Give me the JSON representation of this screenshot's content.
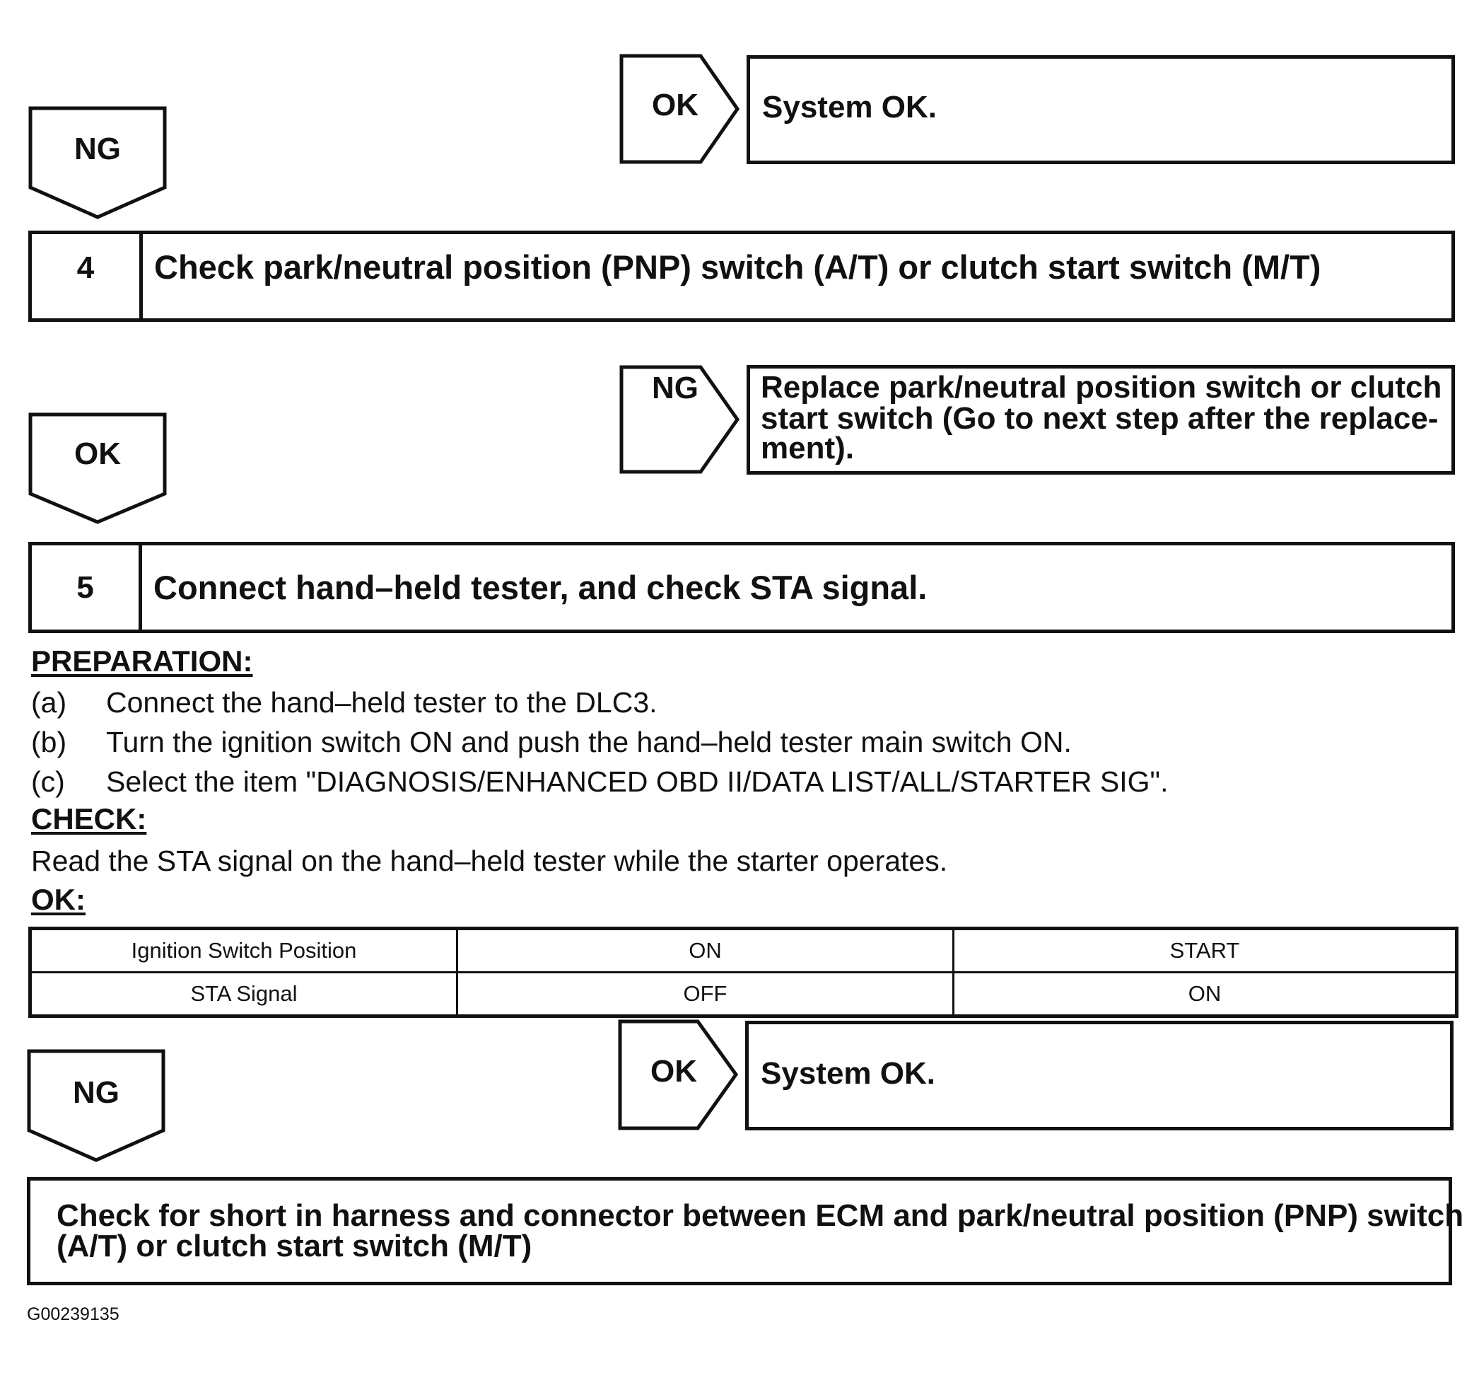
{
  "block1": {
    "ok_tag": "OK",
    "ok_result": "System OK.",
    "ng_tag": "NG"
  },
  "step4": {
    "number": "4",
    "title": "Check park/neutral position (PNP) switch (A/T) or clutch start switch (M/T)",
    "ng_tag": "NG",
    "ng_result_lines": [
      "Replace park/neutral position switch or clutch",
      "start switch (Go to next step after the replace-",
      "ment)."
    ],
    "ok_tag": "OK"
  },
  "step5": {
    "number": "5",
    "title": "Connect hand–held tester, and check STA signal.",
    "preparation_heading": "PREPARATION:",
    "preparation_items": [
      {
        "letter": "(a)",
        "text": "Connect the hand–held tester to the DLC3."
      },
      {
        "letter": "(b)",
        "text": "Turn the ignition switch ON and push the hand–held tester main switch ON."
      },
      {
        "letter": "(c)",
        "text": "Select the item \"DIAGNOSIS/ENHANCED OBD II/DATA LIST/ALL/STARTER SIG\"."
      }
    ],
    "check_heading": "CHECK:",
    "check_text": "Read the STA signal on the hand–held tester while the starter operates.",
    "ok_heading": "OK:",
    "table": [
      [
        "Ignition Switch Position",
        "ON",
        "START"
      ],
      [
        "STA Signal",
        "OFF",
        "ON"
      ]
    ],
    "ok_tag": "OK",
    "ok_result": "System OK.",
    "ng_tag": "NG"
  },
  "final_step": {
    "lines": [
      "Check for short in harness and connector between ECM and park/neutral position (PNP) switch",
      "(A/T) or clutch start switch (M/T)"
    ]
  },
  "figure_id": "G00239135"
}
